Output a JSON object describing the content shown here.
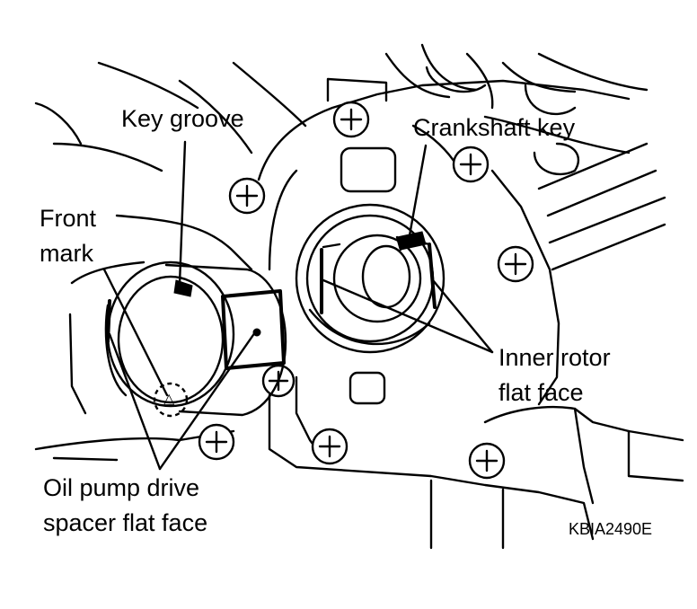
{
  "figure": {
    "labels": {
      "key_groove": "Key groove",
      "crankshaft_key": "Crankshaft key",
      "front_mark_line1": "Front",
      "front_mark_line2": "mark",
      "inner_rotor_line1": "Inner rotor",
      "inner_rotor_line2": "flat face",
      "oil_pump_line1": "Oil pump drive",
      "oil_pump_line2": "spacer flat face"
    },
    "figure_code": "KBIA2490E",
    "front_mark_symbol": "△"
  }
}
